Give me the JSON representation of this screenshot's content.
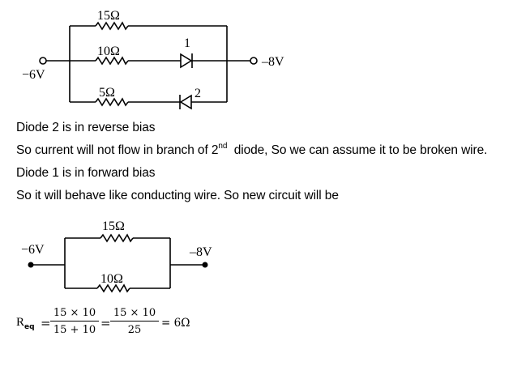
{
  "circuit1": {
    "left_terminal": "−6V",
    "right_terminal": "–8V",
    "resistors": [
      "15Ω",
      "10Ω",
      "5Ω"
    ],
    "diode_labels": [
      "1",
      "2"
    ]
  },
  "explanation": {
    "line1": "Diode 2 is in reverse bias",
    "line2_pre": "So current will not flow in branch of 2",
    "line2_sup": "nd",
    "line2_post": "  diode, So we can assume it to be broken wire.",
    "line3": "Diode 1 is in forward bias",
    "line4": "So it will behave like conducting wire. So new circuit will be"
  },
  "circuit2": {
    "left_terminal": "−6V",
    "right_terminal": "–8V",
    "resistors": [
      "15Ω",
      "10Ω"
    ]
  },
  "equation": {
    "lhs": "R",
    "lhs_sub": "eq",
    "eq1": "=",
    "frac1_num": "15 × 10",
    "frac1_den": "15 + 10",
    "eq2": "=",
    "frac2_num": "15 × 10",
    "frac2_den": "25",
    "eq3": "= 6Ω"
  }
}
